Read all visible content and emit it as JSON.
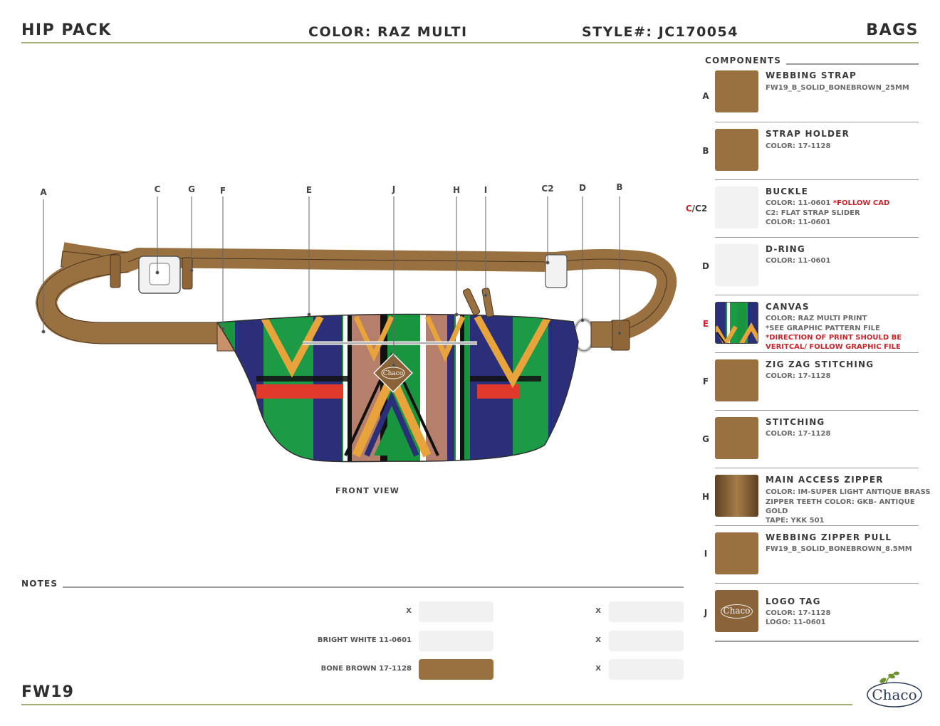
{
  "header": {
    "product": "HIP PACK",
    "color": "COLOR:  RAZ MULTI",
    "style": "STYLE#: JC170054",
    "category": "BAGS"
  },
  "drawing": {
    "view_label": "FRONT VIEW",
    "callouts": [
      "A",
      "C",
      "G",
      "F",
      "E",
      "J",
      "H",
      "I",
      "C2",
      "D",
      "B"
    ],
    "logo_tag_text": "Chaco"
  },
  "components": {
    "title": "COMPONENTS",
    "items": [
      {
        "letter": "A",
        "name": "WEBBING STRAP",
        "lines": [
          "FW19_B_SOLID_BONEBROWN_25MM"
        ],
        "swatch": "#99703f"
      },
      {
        "letter": "B",
        "name": "STRAP HOLDER",
        "lines": [
          "COLOR: 17-1128"
        ],
        "swatch": "#99703f"
      },
      {
        "letter_red": "C",
        "letter_rest": "/C2",
        "name": "BUCKLE",
        "line1": "COLOR: 11-0601 ",
        "line1_red": "*FOLLOW CAD",
        "lines": [
          "C2: FLAT STRAP SLIDER",
          "COLOR: 11-0601"
        ],
        "swatch": "#f2f2f2"
      },
      {
        "letter": "D",
        "name": "D-RING",
        "lines": [
          "COLOR: 11-0601"
        ],
        "swatch": "#f2f2f2"
      },
      {
        "letter_red": "E",
        "name": "CANVAS",
        "lines": [
          "COLOR: RAZ MULTI PRINT",
          "*SEE GRAPHIC PATTERN FILE"
        ],
        "red_lines": [
          "*DIRECTION OF PRINT SHOULD BE",
          "VERITCAL/ FOLLOW GRAPHIC FILE"
        ]
      },
      {
        "letter": "F",
        "name": "ZIG ZAG STITCHING",
        "lines": [
          "COLOR: 17-1128"
        ],
        "swatch": "#99703f"
      },
      {
        "letter": "G",
        "name": "STITCHING",
        "lines": [
          "COLOR: 17-1128"
        ],
        "swatch": "#99703f"
      },
      {
        "letter": "H",
        "name": "MAIN ACCESS ZIPPER",
        "lines": [
          "COLOR: IM-SUPER LIGHT ANTIQUE BRASS",
          "ZIPPER TEETH COLOR: GKB- ANTIQUE",
          "GOLD",
          "TAPE: YKK 501"
        ],
        "swatch": "#7d5b33"
      },
      {
        "letter": "I",
        "name": "WEBBING ZIPPER PULL",
        "lines": [
          "FW19_B_SOLID_BONEBROWN_8.5MM"
        ],
        "swatch": "#99703f"
      },
      {
        "letter": "J",
        "name": "LOGO TAG",
        "lines": [
          "COLOR: 17-1128",
          "LOGO: 11-0601"
        ],
        "swatch": "#8a6438",
        "swatch_text": "Chaco"
      }
    ]
  },
  "notes": {
    "title": "NOTES",
    "left_labels": [
      "X",
      "BRIGHT WHITE 11-0601",
      "BONE BROWN 17-1128"
    ],
    "left_swatches": [
      "#f1f1f1",
      "#f1f1f1",
      "#99703f"
    ],
    "right_labels": [
      "X",
      "X",
      "X"
    ]
  },
  "footer": {
    "season": "FW19",
    "brand": "Chaco"
  },
  "colors": {
    "accent_rule": "#a7ad79",
    "bone_brown": "#99703f",
    "red_note": "#c8252c"
  }
}
